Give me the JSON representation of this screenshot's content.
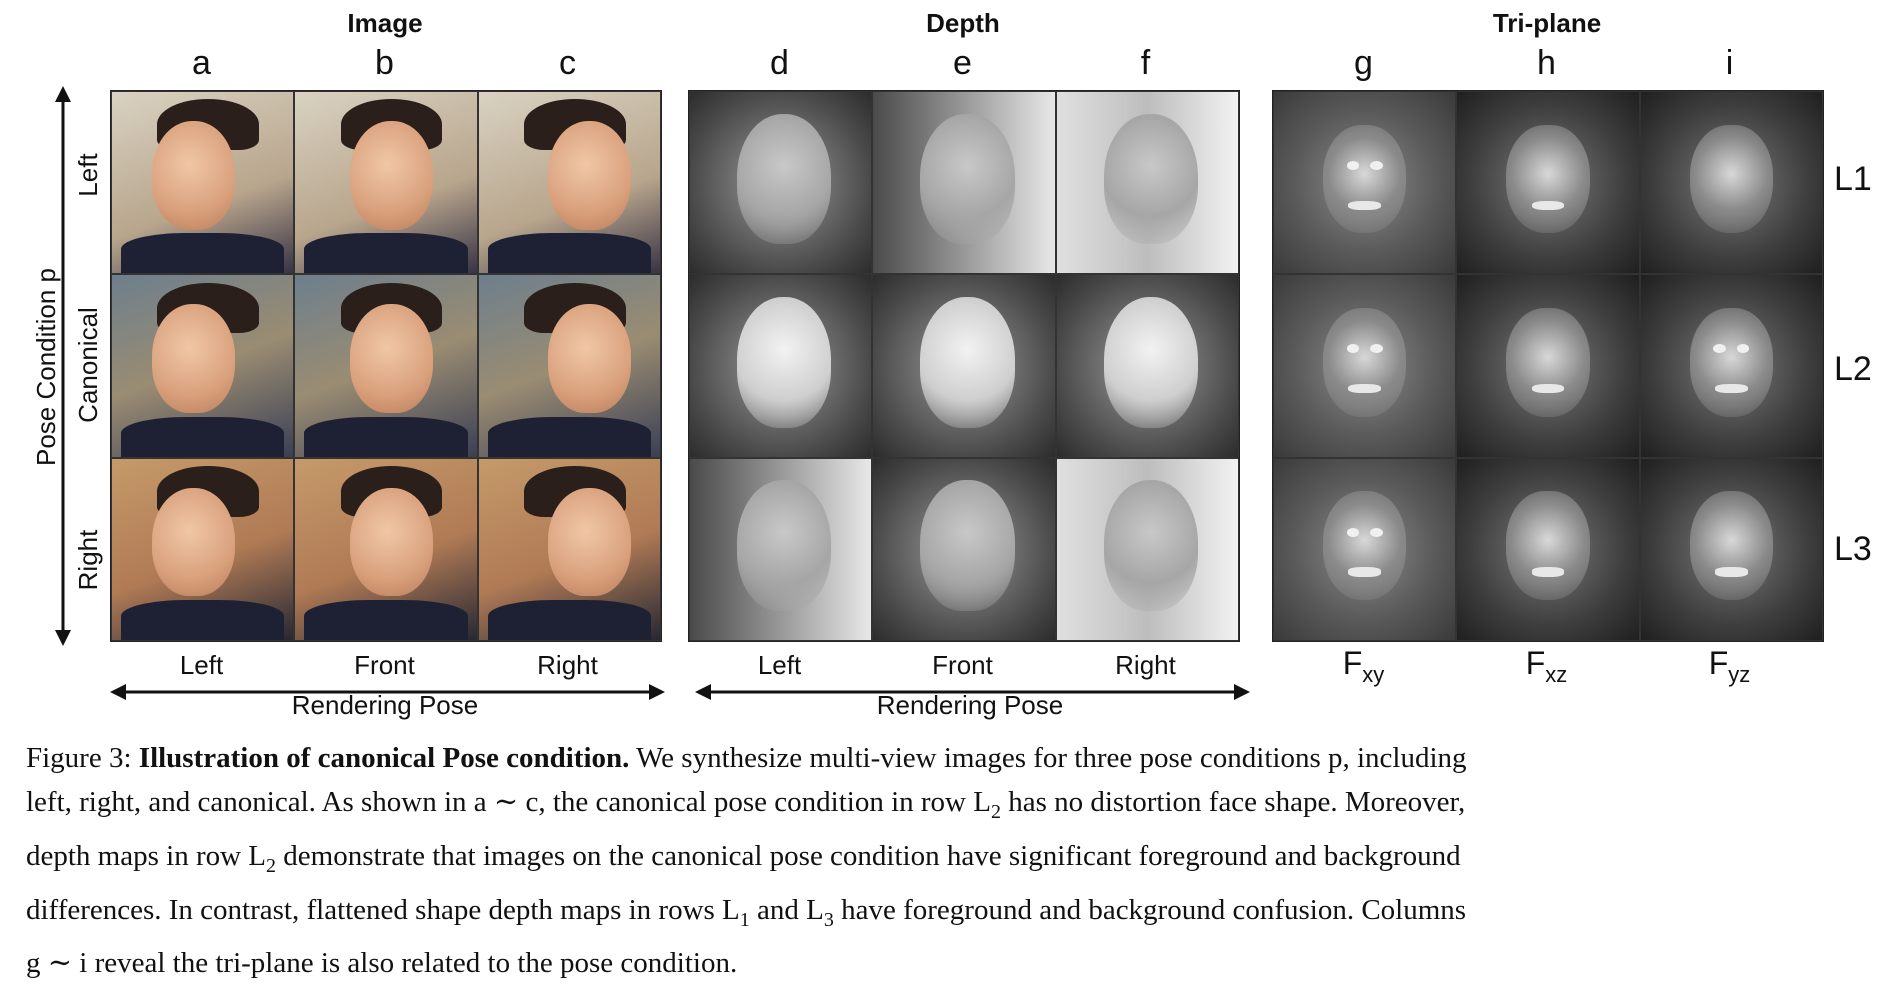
{
  "figure": {
    "groups": {
      "image_title": "Image",
      "depth_title": "Depth",
      "triplane_title": "Tri-plane"
    },
    "columns": [
      "a",
      "b",
      "c",
      "d",
      "e",
      "f",
      "g",
      "h",
      "i"
    ],
    "y_axis_label": "Pose Condition p",
    "row_labels": [
      "Left",
      "Canonical",
      "Right"
    ],
    "bottom_pose_labels": [
      "Left",
      "Front",
      "Right"
    ],
    "rendering_pose_label": "Rendering Pose",
    "triplane_planes": [
      {
        "base": "F",
        "sub": "xy"
      },
      {
        "base": "F",
        "sub": "xz"
      },
      {
        "base": "F",
        "sub": "yz"
      }
    ],
    "row_ids": [
      {
        "base": "L",
        "sub": "1"
      },
      {
        "base": "L",
        "sub": "2"
      },
      {
        "base": "L",
        "sub": "3"
      }
    ]
  },
  "caption": {
    "label": "Figure 3:",
    "title": "Illustration of canonical Pose condition.",
    "line1_rest": " We synthesize multi-view images for three pose conditions p, including",
    "line2": "left, right, and canonical. As shown in a ∼ c, the canonical pose condition in row L",
    "line2_sub": "2",
    "line2_end": " has no distortion face shape. Moreover,",
    "line3_a": "depth maps in row L",
    "line3_sub": "2",
    "line3_b": " demonstrate that images on the canonical pose condition have significant foreground and background",
    "line4_a": "differences. In contrast, flattened shape depth maps in rows L",
    "line4_sub1": "1",
    "line4_b": " and L",
    "line4_sub2": "3",
    "line4_c": " have foreground and background confusion. Columns",
    "line5": "g ∼ i reveal the tri-plane is also related to the pose condition."
  }
}
